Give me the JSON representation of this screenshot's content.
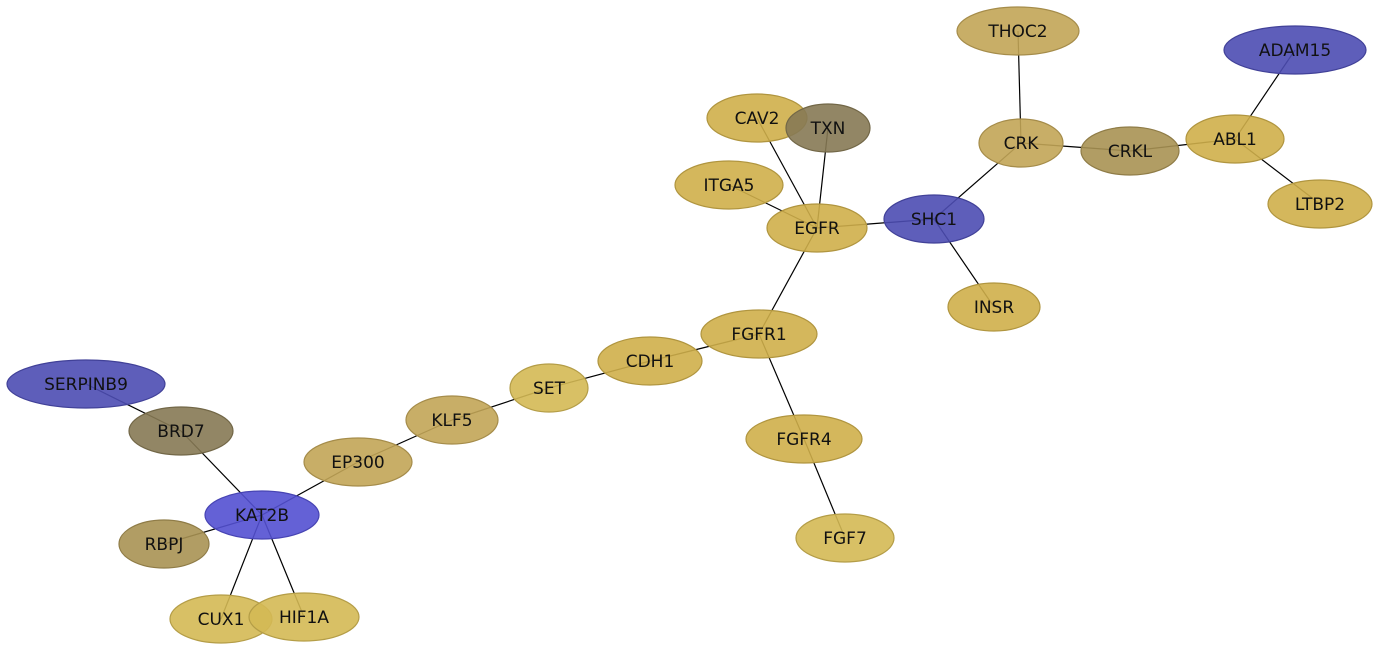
{
  "colors": {
    "gold": "#cfaf4a",
    "gold_light": "#d4b954",
    "tan": "#c2a557",
    "olive": "#a89253",
    "dark_olive": "#867954",
    "blue": "#4d4cb3",
    "blue_bright": "#5350d2"
  },
  "nodes": [
    {
      "id": "THOC2",
      "label": "THOC2",
      "color": "tan"
    },
    {
      "id": "ADAM15",
      "label": "ADAM15",
      "color": "blue"
    },
    {
      "id": "CAV2",
      "label": "CAV2",
      "color": "gold"
    },
    {
      "id": "TXN",
      "label": "TXN",
      "color": "dark_olive"
    },
    {
      "id": "CRK",
      "label": "CRK",
      "color": "tan"
    },
    {
      "id": "CRKL",
      "label": "CRKL",
      "color": "olive"
    },
    {
      "id": "ABL1",
      "label": "ABL1",
      "color": "gold"
    },
    {
      "id": "ITGA5",
      "label": "ITGA5",
      "color": "gold"
    },
    {
      "id": "EGFR",
      "label": "EGFR",
      "color": "gold"
    },
    {
      "id": "SHC1",
      "label": "SHC1",
      "color": "blue"
    },
    {
      "id": "LTBP2",
      "label": "LTBP2",
      "color": "gold"
    },
    {
      "id": "INSR",
      "label": "INSR",
      "color": "gold"
    },
    {
      "id": "FGFR1",
      "label": "FGFR1",
      "color": "gold"
    },
    {
      "id": "CDH1",
      "label": "CDH1",
      "color": "gold"
    },
    {
      "id": "SET",
      "label": "SET",
      "color": "gold_light"
    },
    {
      "id": "SERPINB9",
      "label": "SERPINB9",
      "color": "blue"
    },
    {
      "id": "KLF5",
      "label": "KLF5",
      "color": "tan"
    },
    {
      "id": "BRD7",
      "label": "BRD7",
      "color": "dark_olive"
    },
    {
      "id": "FGFR4",
      "label": "FGFR4",
      "color": "gold"
    },
    {
      "id": "EP300",
      "label": "EP300",
      "color": "tan"
    },
    {
      "id": "KAT2B",
      "label": "KAT2B",
      "color": "blue_bright"
    },
    {
      "id": "FGF7",
      "label": "FGF7",
      "color": "gold_light"
    },
    {
      "id": "RBPJ",
      "label": "RBPJ",
      "color": "olive"
    },
    {
      "id": "CUX1",
      "label": "CUX1",
      "color": "gold_light"
    },
    {
      "id": "HIF1A",
      "label": "HIF1A",
      "color": "gold_light"
    }
  ],
  "edges": [
    [
      "THOC2",
      "CRK"
    ],
    [
      "CRK",
      "CRKL"
    ],
    [
      "CRKL",
      "ABL1"
    ],
    [
      "ABL1",
      "ADAM15"
    ],
    [
      "ABL1",
      "LTBP2"
    ],
    [
      "CRK",
      "SHC1"
    ],
    [
      "SHC1",
      "INSR"
    ],
    [
      "SHC1",
      "EGFR"
    ],
    [
      "CAV2",
      "EGFR"
    ],
    [
      "TXN",
      "EGFR"
    ],
    [
      "ITGA5",
      "EGFR"
    ],
    [
      "EGFR",
      "FGFR1"
    ],
    [
      "FGFR1",
      "CDH1"
    ],
    [
      "FGFR1",
      "FGFR4"
    ],
    [
      "FGFR4",
      "FGF7"
    ],
    [
      "CDH1",
      "SET"
    ],
    [
      "SET",
      "KLF5"
    ],
    [
      "KLF5",
      "EP300"
    ],
    [
      "EP300",
      "KAT2B"
    ],
    [
      "SERPINB9",
      "BRD7"
    ],
    [
      "BRD7",
      "KAT2B"
    ],
    [
      "KAT2B",
      "RBPJ"
    ],
    [
      "KAT2B",
      "CUX1"
    ],
    [
      "KAT2B",
      "HIF1A"
    ]
  ]
}
